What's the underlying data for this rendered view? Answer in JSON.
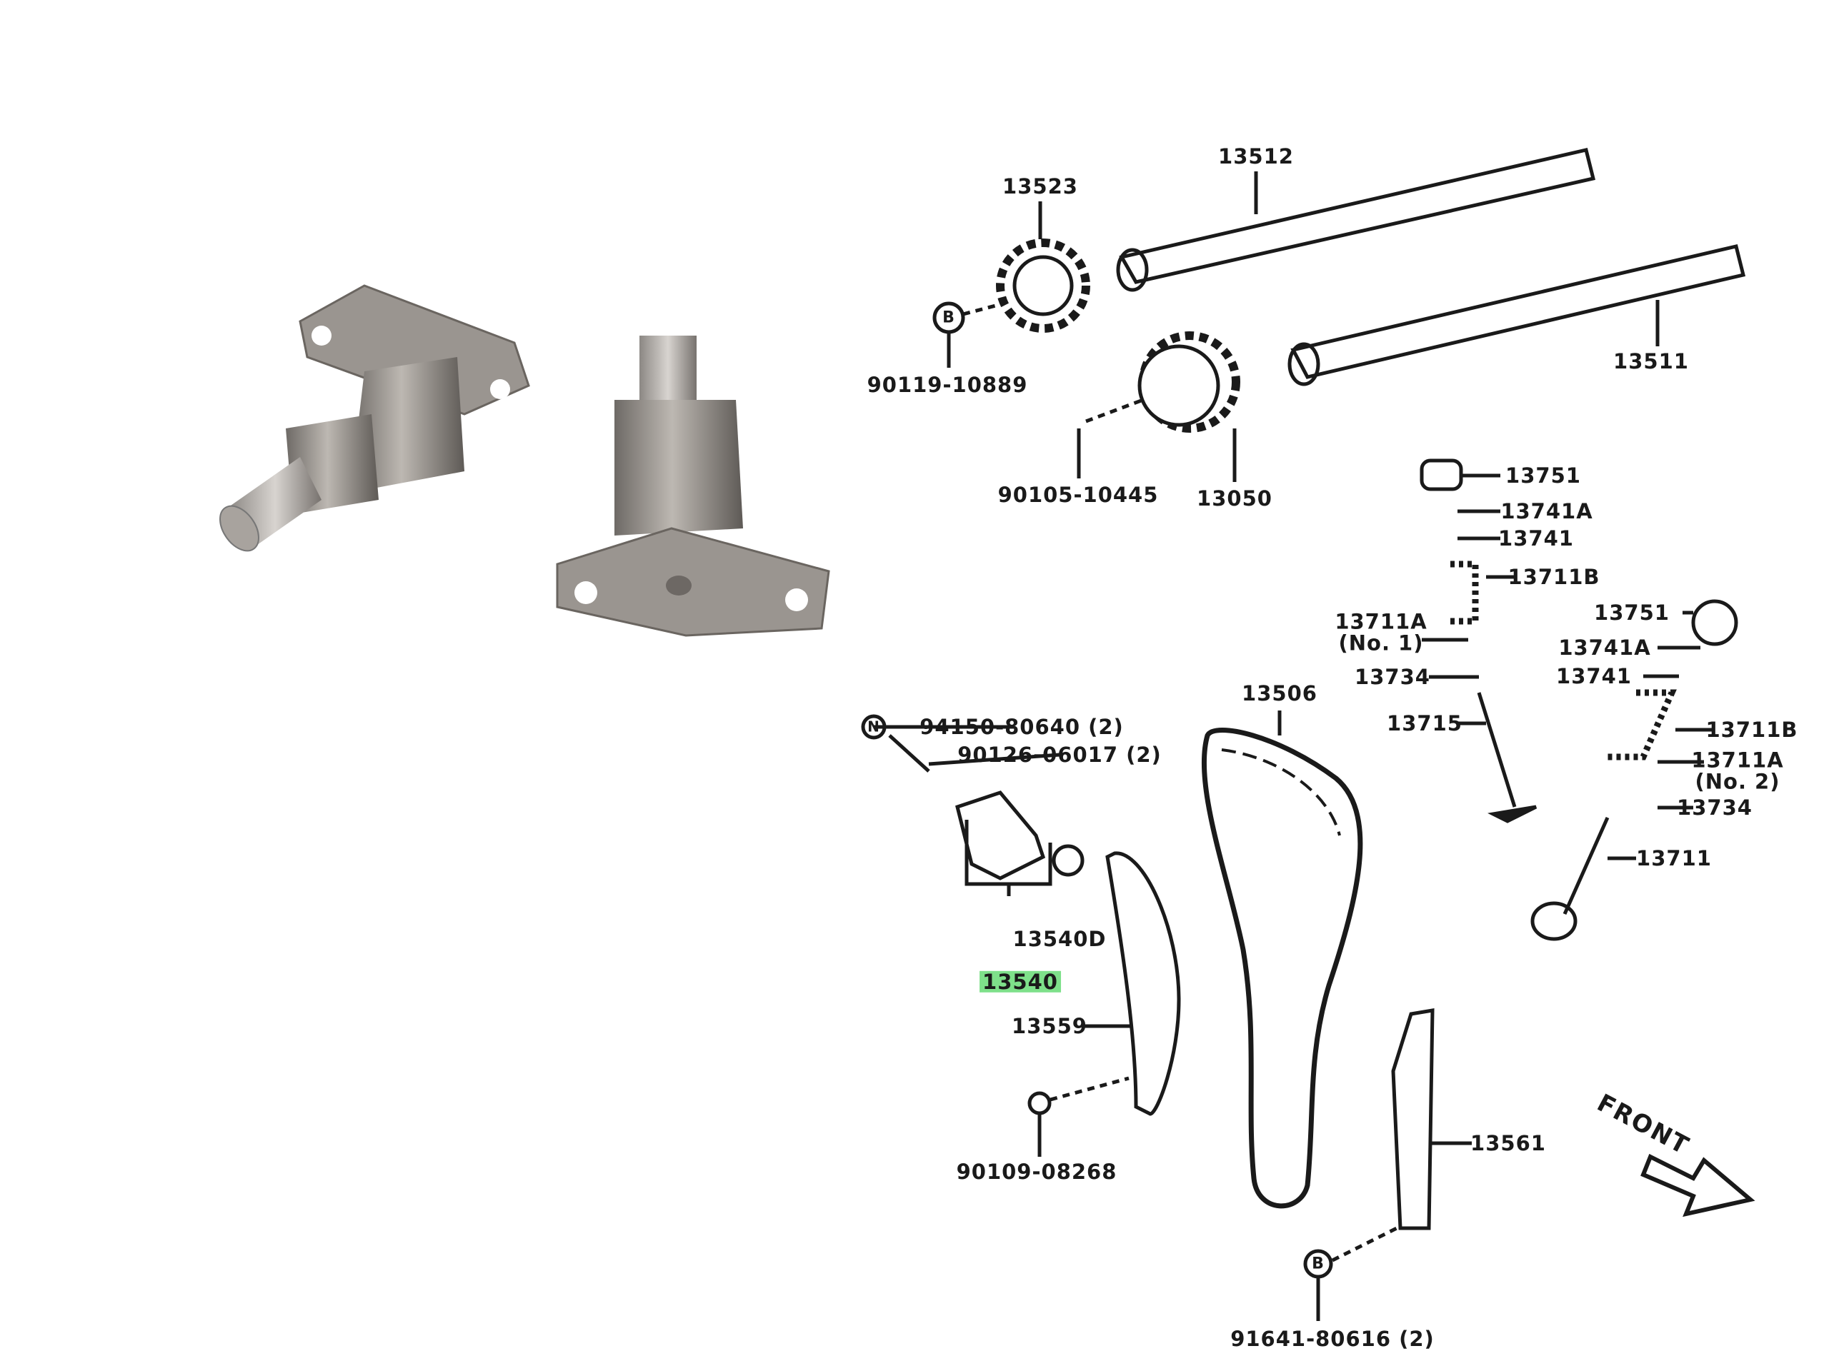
{
  "labels": {
    "camshaft_sprocket": "13523",
    "camshaft_no2": "13512",
    "camshaft_no1": "13511",
    "bolt_sprocket": "90119-10889",
    "bolt_vvt": "90105-10445",
    "vvt_gear": "13050",
    "lifter_1": "13751",
    "keeper_1": "13741A",
    "retainer_1": "13741",
    "spring_1": "13711B",
    "seat_1": "13711A",
    "seat_1_note": "(No. 1)",
    "seal_1": "13734",
    "valve_exhaust": "13715",
    "lifter_2": "13751",
    "keeper_2": "13741A",
    "retainer_2": "13741",
    "spring_2": "13711B",
    "seat_2": "13711A",
    "seat_2_note": "(No. 2)",
    "seal_2": "13734",
    "valve_intake": "13711",
    "chain": "13506",
    "nut": "94150-80640 (2)",
    "stud": "90126-06017 (2)",
    "gasket": "13540D",
    "tensioner": "13540",
    "slipper": "13559",
    "bolt_slipper": "90109-08268",
    "damper": "13561",
    "bolt_damper": "91641-80616 (2)",
    "front": "FRONT",
    "marker_b": "B",
    "marker_n": "N"
  },
  "colors": {
    "highlight": "#7ee08a",
    "ink": "#1a1a1a"
  }
}
